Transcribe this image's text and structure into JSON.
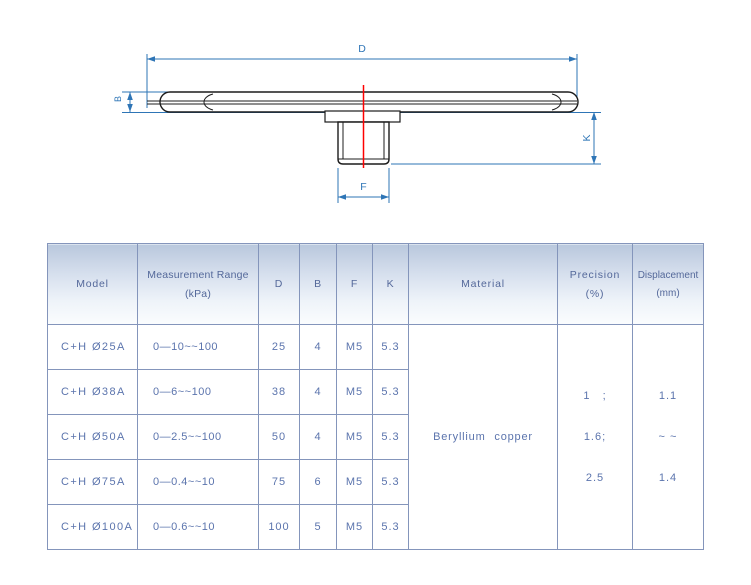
{
  "drawing": {
    "labels": {
      "top": "D",
      "left": "B",
      "right": "K",
      "bottom": "F"
    },
    "colors": {
      "dimension_blue": "#2e75b6",
      "outline_dark": "#1c1c1c",
      "centerline_red": "#fe0000"
    }
  },
  "table": {
    "columns": [
      {
        "id": "model",
        "label": "Model"
      },
      {
        "id": "range",
        "label": "Measurement Range",
        "sub": "(kPa)"
      },
      {
        "id": "d",
        "label": "D"
      },
      {
        "id": "b",
        "label": "B"
      },
      {
        "id": "f",
        "label": "F"
      },
      {
        "id": "k",
        "label": "K"
      },
      {
        "id": "material",
        "label": "Material"
      },
      {
        "id": "precision",
        "label": "Precision",
        "sub": "(%)"
      },
      {
        "id": "displacement",
        "label": "Displacement",
        "sub": "(mm)"
      }
    ],
    "rows": [
      {
        "model": "C+H Ø25A",
        "range": "0—10~~100",
        "d": "25",
        "b": "4",
        "f": "M5",
        "k": "5.3"
      },
      {
        "model": "C+H Ø38A",
        "range": "0—6~~100",
        "d": "38",
        "b": "4",
        "f": "M5",
        "k": "5.3"
      },
      {
        "model": "C+H Ø50A",
        "range": "0—2.5~~100",
        "d": "50",
        "b": "4",
        "f": "M5",
        "k": "5.3"
      },
      {
        "model": "C+H Ø75A",
        "range": "0—0.4~~10",
        "d": "75",
        "b": "6",
        "f": "M5",
        "k": "5.3"
      },
      {
        "model": "C+H Ø100A",
        "range": "0—0.6~~10",
        "d": "100",
        "b": "5",
        "f": "M5",
        "k": "5.3"
      }
    ],
    "merged": {
      "material": "Beryllium copper",
      "precision_lines": [
        "1   ;",
        "1.6;",
        "2.5"
      ],
      "displacement_lines": [
        "1.1",
        "~ ~",
        "1.4"
      ]
    },
    "colors": {
      "border": "#8495bb",
      "header_text": "#54689a",
      "cell_text": "#5b74ad",
      "header_gradient_top": "#b9c8dd",
      "header_gradient_bottom": "#fbfdfe"
    }
  }
}
